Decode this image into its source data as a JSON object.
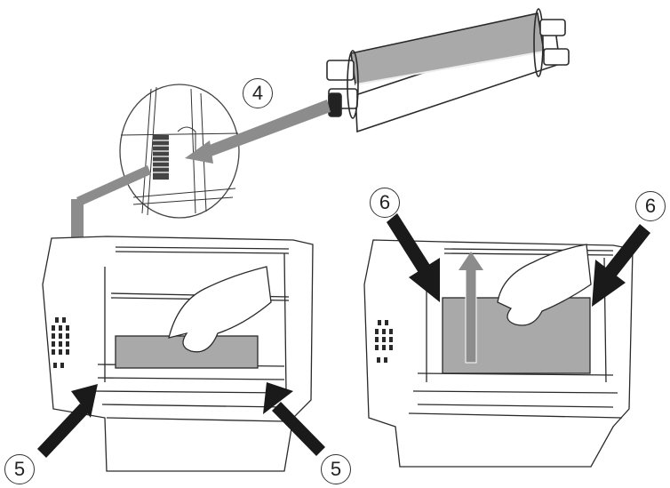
{
  "figure": {
    "type": "technical-illustration",
    "subject": "ink ribbon installation into printer/fax",
    "colors": {
      "line": "#2a2a2a",
      "ribbon_fill": "#a9a9a9",
      "gray_arrow": "#8c8c8c",
      "black_arrow": "#1a1a1a",
      "background": "#ffffff"
    }
  },
  "callouts": [
    {
      "id": "step-4",
      "label": "4"
    },
    {
      "id": "step-5-left",
      "label": "5"
    },
    {
      "id": "step-5-right",
      "label": "5"
    },
    {
      "id": "step-6-left",
      "label": "6"
    },
    {
      "id": "step-6-right",
      "label": "6"
    }
  ],
  "panels": [
    {
      "name": "ribbon-roll",
      "description": "ribbon cartridge with gear on left end"
    },
    {
      "name": "gear-detail-zoom",
      "description": "magnified circle of drive gear"
    },
    {
      "name": "printer-left",
      "description": "hand inserting ribbon, black arrows pressing sides (step 5)"
    },
    {
      "name": "printer-right",
      "description": "hand pushing ribbon up, black arrows from top (step 6)"
    }
  ]
}
